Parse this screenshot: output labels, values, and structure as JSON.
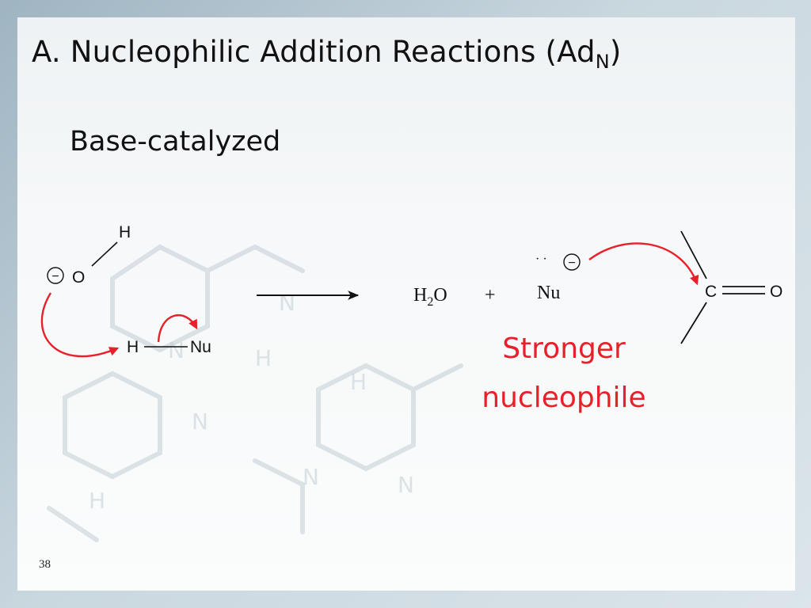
{
  "slide": {
    "title_main": "A. Nucleophilic Addition Reactions (Ad",
    "title_sub": "N",
    "title_close": ")",
    "subtitle": "Base-catalyzed",
    "page_number": "38",
    "highlight_line1": "Stronger",
    "highlight_line2": "nucleophile"
  },
  "diagram": {
    "charge_symbol": "−",
    "atom_H": "H",
    "atom_O": "O",
    "atom_Nu": "Nu",
    "atom_C": "C",
    "water_H": "H",
    "water_sub": "2",
    "water_O": "O",
    "plus_sign": "+",
    "lone_pair": "· ·"
  },
  "colors": {
    "arrow_red": "#e8202a",
    "text_red": "#e8202a",
    "text_dark": "#111111"
  }
}
